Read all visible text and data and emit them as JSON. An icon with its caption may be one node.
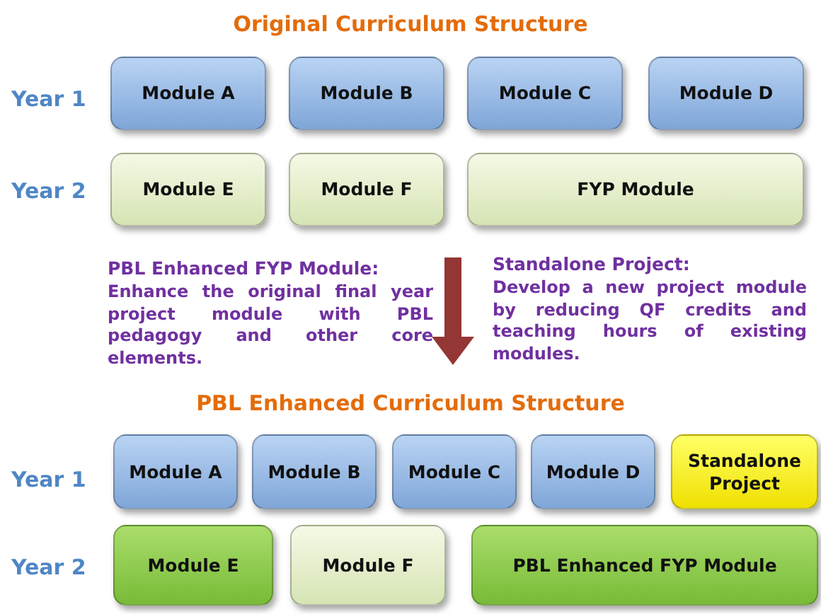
{
  "diagram": {
    "nodes": [
      {
        "text": [
          "Module A"
        ]
      },
      {
        "text": [
          "Module B"
        ]
      },
      {
        "text": [
          "Module C"
        ]
      },
      {
        "text": [
          "Module D"
        ]
      },
      {
        "text": [
          "Module E"
        ]
      },
      {
        "text": [
          "Module F"
        ]
      },
      {
        "text": [
          "FYP Module"
        ]
      },
      {
        "text": [
          "Module A"
        ]
      },
      {
        "text": [
          "Module B"
        ]
      },
      {
        "text": [
          "Module C"
        ]
      },
      {
        "text": [
          "Module D"
        ]
      },
      {
        "text": [
          "Standalone Project"
        ]
      },
      {
        "text": [
          "Module E"
        ]
      },
      {
        "text": [
          "Module F"
        ]
      },
      {
        "text": [
          "PBL Enhanced FYP Module"
        ]
      }
    ],
    "edges": [],
    "labels": [
      "Original Curriculum Structure",
      "Year 1",
      "Year 2",
      "PBL Enhanced FYP Module:",
      "Enhance the original final year project module with PBL pedagogy and other core elements.",
      "Standalone Project:",
      "Develop a new project module by reducing QF credits and teaching hours of existing modules.",
      "PBL Enhanced Curriculum Structure",
      "Year 1",
      "Year 2"
    ]
  }
}
